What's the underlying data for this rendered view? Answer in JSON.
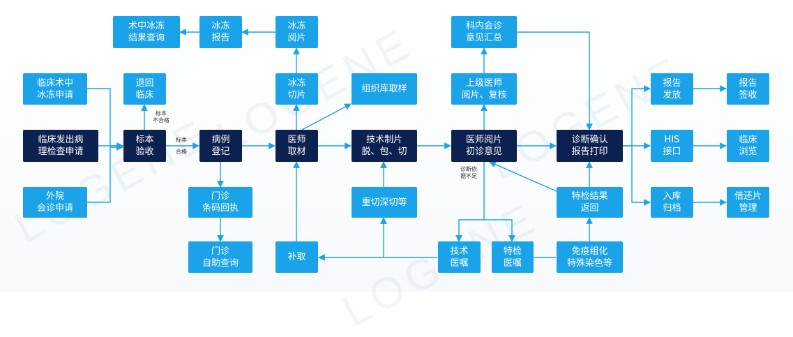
{
  "watermark": "LOGENE",
  "boxes": {
    "linchuang_shuzhong": "临床术中\n冰冻申请",
    "linchuang_fachu": "临床发出病\n理检查申请",
    "waiyuan": "外院\n会诊申请",
    "tuihui": "退回\n临床",
    "biaoben": "标本\n验收",
    "bingli": "病例\n登记",
    "menzhen_tiaoma": "门诊\n条码回执",
    "menzhen_zizhu": "门诊\n自助查询",
    "shuzhong_jieguo": "术中冰冻\n结果查询",
    "bingdong_baogao": "冰冻\n报告",
    "bingdong_yuepian": "冰冻\n阅片",
    "bingdong_qiepian": "冰冻\n切片",
    "yishi_qucai": "医师\n取材",
    "buqu": "补取",
    "zuzhiku": "组织库取样",
    "jishu_zhipian": "技术制片\n脱、包、切",
    "chongqie": "重切深切等",
    "jishu_yizhu": "技术\n医嘱",
    "tejian_yizhu": "特检\n医嘱",
    "kenei_huizhen": "科内会诊\n意见汇总",
    "shangji_yishi": "上级医师\n阅片、复核",
    "yishi_yuepian": "医师阅片\n初诊意见",
    "tejian_jieguo": "特检结果\n返回",
    "mianyi": "免疫组化\n特殊染色等",
    "zhenduan": "诊断确认\n报告打印",
    "baogao_fafang": "报告\n发放",
    "baogao_qianshou": "报告\n签收",
    "his": "HIS\n接口",
    "linchuang_liulan": "临床\n浏览",
    "ruku": "入库\n归档",
    "jiehuan": "借还片\n管理"
  },
  "notes": {
    "buhege": "标本\n不合格",
    "hege_top": "标本",
    "hege_bottom": "合格",
    "zhenduan_yiju": "诊断依\n据不足"
  },
  "colors": {
    "light_box": "#1aa3e8",
    "dark_box": "#0d2150",
    "arrow": "#1aa3e8"
  }
}
